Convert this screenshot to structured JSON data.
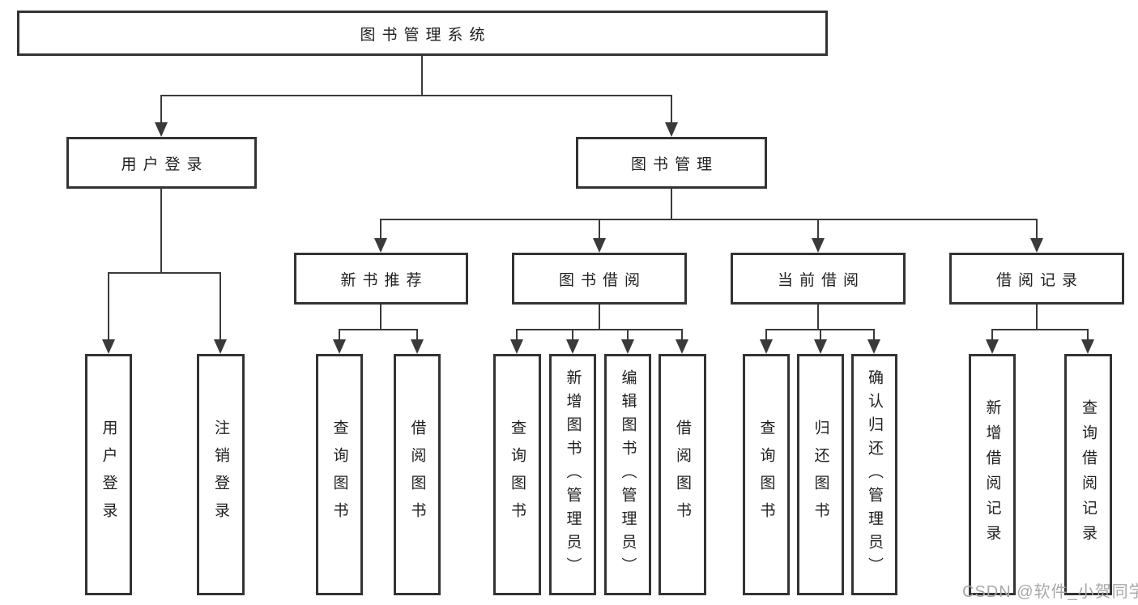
{
  "diagram": {
    "root": {
      "label": "图书管理系统"
    },
    "login": {
      "label": "用户登录",
      "children": [
        {
          "label": "用户登录"
        },
        {
          "label": "注销登录"
        }
      ]
    },
    "management": {
      "label": "图书管理",
      "groups": [
        {
          "label": "新书推荐",
          "children": [
            {
              "label": "查询图书"
            },
            {
              "label": "借阅图书"
            }
          ]
        },
        {
          "label": "图书借阅",
          "children": [
            {
              "label": "查询图书"
            },
            {
              "label": "新增图书（管理员）"
            },
            {
              "label": "编辑图书（管理员）"
            },
            {
              "label": "借阅图书"
            }
          ]
        },
        {
          "label": "当前借阅",
          "children": [
            {
              "label": "查询图书"
            },
            {
              "label": "归还图书"
            },
            {
              "label": "确认归还（管理员）"
            }
          ]
        },
        {
          "label": "借阅记录",
          "children": [
            {
              "label": "新增借阅记录"
            },
            {
              "label": "查询借阅记录"
            }
          ]
        }
      ]
    },
    "watermark": "CSDN @软件_小贺同学",
    "colors": {
      "line": "#3a3a3a",
      "box_border": "#333333",
      "text": "#1f1f1f",
      "watermark": "#a8a8a8",
      "background": "#ffffff"
    }
  }
}
